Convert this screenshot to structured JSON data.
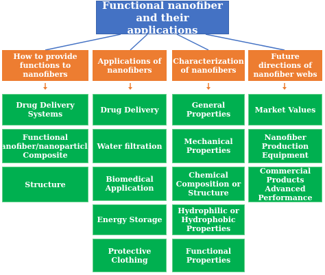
{
  "diagram": {
    "title": "Functional nanofiber and their applications",
    "columns": [
      {
        "header": "How to provide functions to nanofibers",
        "items": [
          "Drug Delivery Systems",
          "Functional Nanofiber/nanoparticles Composite",
          "Structure"
        ]
      },
      {
        "header": "Applications of nanofibers",
        "items": [
          "Drug Delivery",
          "Water filtration",
          "Biomedical Application",
          "Energy Storage",
          "Protective Clothing"
        ]
      },
      {
        "header": "Characterization of nanofibers",
        "items": [
          "General Properties",
          "Mechanical Properties",
          "Chemical Composition or Structure",
          "Hydrophilic or Hydrophobic Properties",
          "Functional Properties"
        ]
      },
      {
        "header": "Future directions of nanofiber webs",
        "items": [
          "Market Values",
          "Nanofiber Production Equipment",
          "Commercial Products Advanced Performance"
        ]
      }
    ]
  },
  "colors": {
    "title_fill": "#4472c4",
    "header_fill": "#ed7d31",
    "item_fill": "#00b050",
    "connector": "#4472c4",
    "arrow": "#ed7d31"
  }
}
